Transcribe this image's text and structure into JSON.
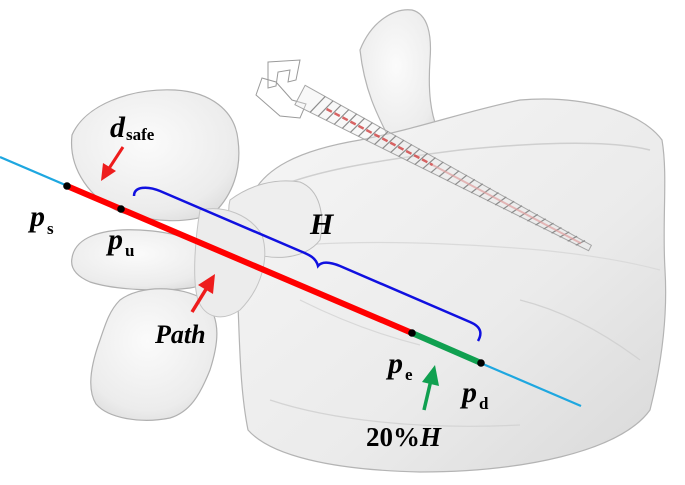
{
  "labels": {
    "d_safe": {
      "main": "d",
      "sub": "safe"
    },
    "p_s": {
      "main": "p",
      "sub": "s"
    },
    "p_u": {
      "main": "p",
      "sub": "u"
    },
    "p_e": {
      "main": "p",
      "sub": "e"
    },
    "p_d": {
      "main": "p",
      "sub": "d"
    },
    "H": "H",
    "path": "Path",
    "twenty_pct": {
      "prefix": "20%",
      "var": "H"
    }
  },
  "colors": {
    "trajectory_line": "#1ea7e0",
    "path_segment": "#ff0000",
    "tip_segment": "#10a050",
    "brace": "#1010e0",
    "arrow_red": "#ee1c1c",
    "arrow_green": "#10a050",
    "bone_fill": "#efefef",
    "bone_edge": "#b4b4b4",
    "screw": "#8c8c8c"
  },
  "icons": {
    "vertebra": "vertebra-model",
    "screw": "pedicle-screw"
  }
}
